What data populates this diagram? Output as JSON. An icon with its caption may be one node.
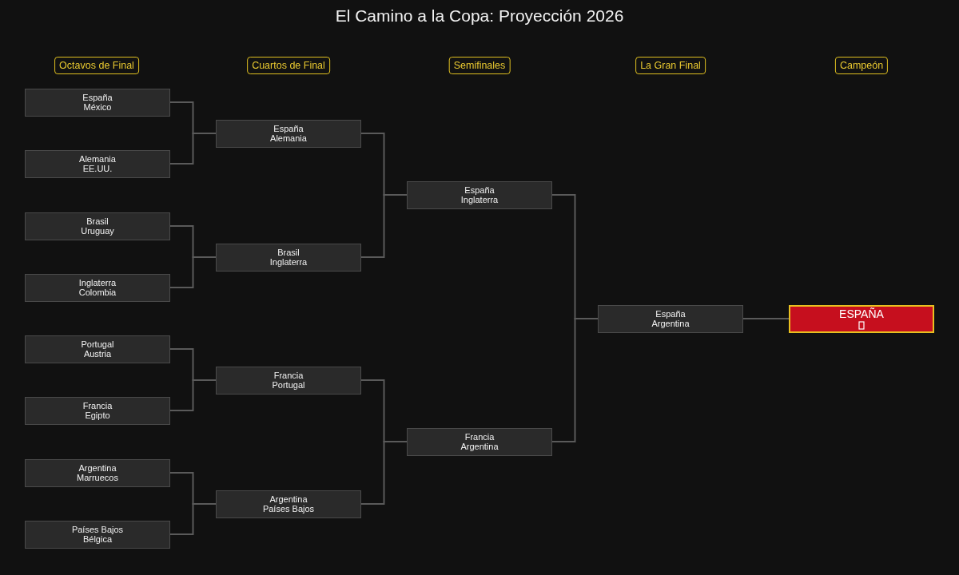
{
  "diagram": {
    "title": "El Camino a la Copa: Proyección 2026",
    "nodes": [
      {
        "text": [
          "Octavos de Final"
        ]
      },
      {
        "text": [
          "Cuartos de Final"
        ]
      },
      {
        "text": [
          "Semifinales"
        ]
      },
      {
        "text": [
          "La Gran Final"
        ]
      },
      {
        "text": [
          "Campeón"
        ]
      },
      {
        "text": [
          "España",
          "México"
        ]
      },
      {
        "text": [
          "Alemania",
          "EE.UU."
        ]
      },
      {
        "text": [
          "Brasil",
          "Uruguay"
        ]
      },
      {
        "text": [
          "Inglaterra",
          "Colombia"
        ]
      },
      {
        "text": [
          "Portugal",
          "Austria"
        ]
      },
      {
        "text": [
          "Francia",
          "Egipto"
        ]
      },
      {
        "text": [
          "Argentina",
          "Marruecos"
        ]
      },
      {
        "text": [
          "Países Bajos",
          "Bélgica"
        ]
      },
      {
        "text": [
          "España",
          "Alemania"
        ]
      },
      {
        "text": [
          "Brasil",
          "Inglaterra"
        ]
      },
      {
        "text": [
          "Francia",
          "Portugal"
        ]
      },
      {
        "text": [
          "Argentina",
          "Países Bajos"
        ]
      },
      {
        "text": [
          "España",
          "Inglaterra"
        ]
      },
      {
        "text": [
          "Francia",
          "Argentina"
        ]
      },
      {
        "text": [
          "España",
          "Argentina"
        ]
      },
      {
        "text": [
          "ESPAÑA"
        ]
      }
    ],
    "edges": [
      {
        "from": 5,
        "to": 13,
        "arrow": "none"
      },
      {
        "from": 6,
        "to": 13,
        "arrow": "none"
      },
      {
        "from": 7,
        "to": 14,
        "arrow": "none"
      },
      {
        "from": 8,
        "to": 14,
        "arrow": "none"
      },
      {
        "from": 9,
        "to": 15,
        "arrow": "none"
      },
      {
        "from": 10,
        "to": 15,
        "arrow": "none"
      },
      {
        "from": 11,
        "to": 16,
        "arrow": "none"
      },
      {
        "from": 12,
        "to": 16,
        "arrow": "none"
      },
      {
        "from": 13,
        "to": 17,
        "arrow": "none"
      },
      {
        "from": 14,
        "to": 17,
        "arrow": "none"
      },
      {
        "from": 15,
        "to": 18,
        "arrow": "none"
      },
      {
        "from": 16,
        "to": 18,
        "arrow": "none"
      },
      {
        "from": 17,
        "to": 19,
        "arrow": "none"
      },
      {
        "from": 18,
        "to": 19,
        "arrow": "none"
      },
      {
        "from": 19,
        "to": 20,
        "arrow": "none"
      }
    ]
  }
}
